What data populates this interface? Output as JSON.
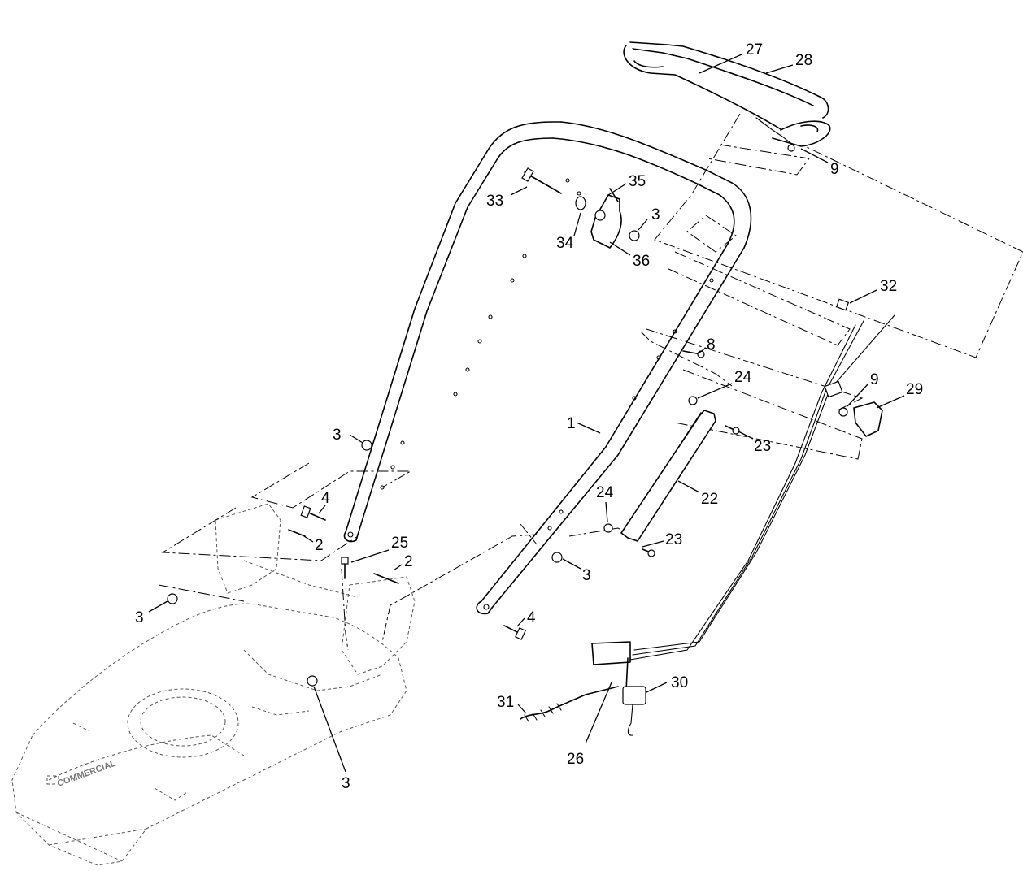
{
  "diagram": {
    "deck_brand_text": "COMMERCIAL",
    "callouts": [
      {
        "id": "c27",
        "label": "27"
      },
      {
        "id": "c28",
        "label": "28"
      },
      {
        "id": "c9a",
        "label": "9"
      },
      {
        "id": "c35",
        "label": "35"
      },
      {
        "id": "c33",
        "label": "33"
      },
      {
        "id": "c3a",
        "label": "3"
      },
      {
        "id": "c34",
        "label": "34"
      },
      {
        "id": "c36",
        "label": "36"
      },
      {
        "id": "c32",
        "label": "32"
      },
      {
        "id": "c8",
        "label": "8"
      },
      {
        "id": "c24a",
        "label": "24"
      },
      {
        "id": "c9b",
        "label": "9"
      },
      {
        "id": "c29",
        "label": "29"
      },
      {
        "id": "c1",
        "label": "1"
      },
      {
        "id": "c23a",
        "label": "23"
      },
      {
        "id": "c3b",
        "label": "3"
      },
      {
        "id": "c22",
        "label": "22"
      },
      {
        "id": "c4a",
        "label": "4"
      },
      {
        "id": "c24b",
        "label": "24"
      },
      {
        "id": "c2a",
        "label": "2"
      },
      {
        "id": "c25",
        "label": "25"
      },
      {
        "id": "c23b",
        "label": "23"
      },
      {
        "id": "c2b",
        "label": "2"
      },
      {
        "id": "c3c",
        "label": "3"
      },
      {
        "id": "c3d",
        "label": "3"
      },
      {
        "id": "c4b",
        "label": "4"
      },
      {
        "id": "c30",
        "label": "30"
      },
      {
        "id": "c31",
        "label": "31"
      },
      {
        "id": "c26",
        "label": "26"
      },
      {
        "id": "c3e",
        "label": "3"
      }
    ]
  }
}
